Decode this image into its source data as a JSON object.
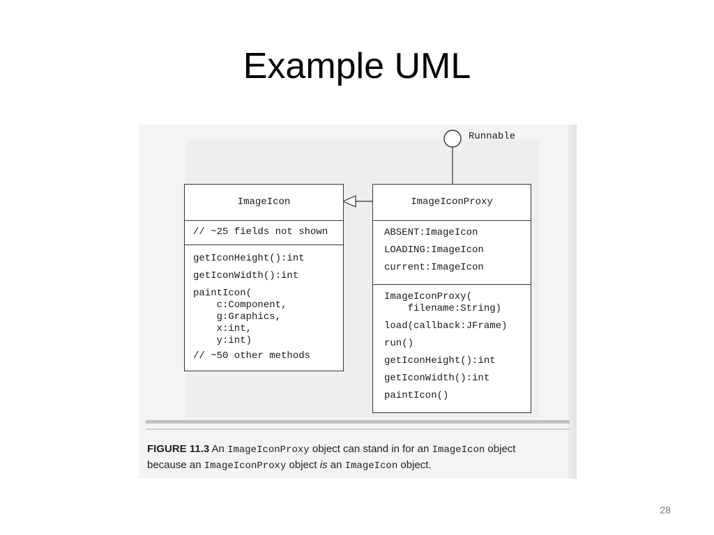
{
  "slide": {
    "title": "Example UML",
    "page_number": "28"
  },
  "diagram": {
    "interface_label": "Runnable",
    "image_icon": {
      "name": "ImageIcon",
      "fields": [
        "// ~25 fields not shown"
      ],
      "methods": [
        "getIconHeight():int",
        "getIconWidth():int",
        "paintIcon(\n    c:Component,\n    g:Graphics,\n    x:int,\n    y:int)",
        "// ~50 other methods"
      ]
    },
    "proxy": {
      "name": "ImageIconProxy",
      "fields": [
        "ABSENT:ImageIcon",
        "LOADING:ImageIcon",
        "current:ImageIcon"
      ],
      "methods": [
        "ImageIconProxy(\n    filename:String)",
        "load(callback:JFrame)",
        "run()",
        "getIconHeight():int",
        "getIconWidth():int",
        "paintIcon()"
      ]
    }
  },
  "caption": {
    "label": "FIGURE 11.3",
    "t1": " An ",
    "c1": "ImageIconProxy",
    "t2": " object can stand in for an ",
    "c2": "ImageIcon",
    "t3": " object",
    "t4": "because an ",
    "c3": "ImageIconProxy",
    "t5": " object ",
    "em": "is",
    "t6": " an ",
    "c4": "ImageIcon",
    "t7": " object."
  }
}
